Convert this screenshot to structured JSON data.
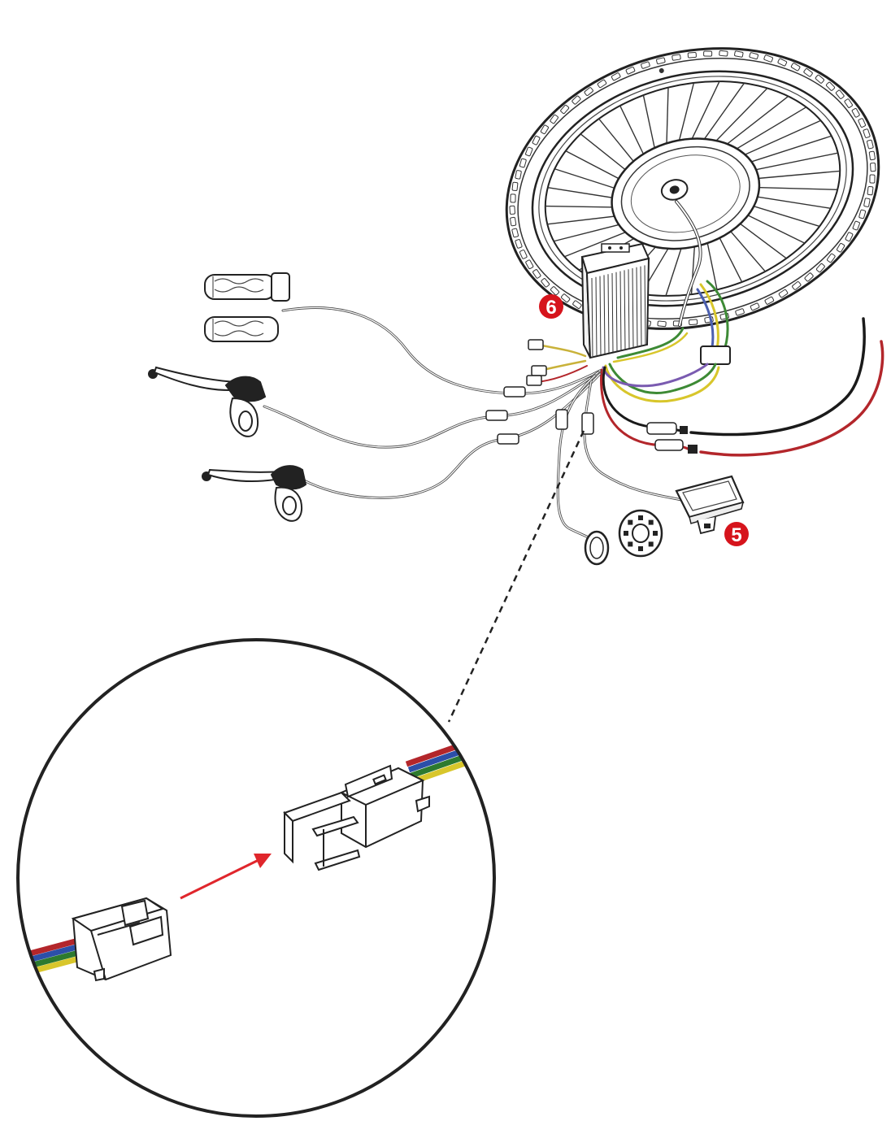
{
  "callouts": [
    {
      "number": "6",
      "refers_to": "controller"
    },
    {
      "number": "5",
      "refers_to": "display"
    }
  ],
  "colors": {
    "callout_red": "#d6141c",
    "line": "#222222",
    "wire_red": "#b3262b",
    "wire_black": "#1a1a1a",
    "wire_green": "#3d8a35",
    "wire_blue": "#4b5fb0",
    "wire_yellow": "#d8c62b",
    "wire_purple": "#7a5bb0",
    "arrow_red": "#e0262c"
  },
  "connector_wire_colors": [
    "#b3262b",
    "#2c4fa8",
    "#2d7a2f",
    "#d8c62b"
  ],
  "components": [
    "hub-motor-wheel",
    "controller",
    "throttle-grip",
    "plain-grip",
    "brake-lever-left",
    "brake-lever-right",
    "display",
    "pas-sensor",
    "pas-magnet-disc",
    "battery-leads",
    "connector-plug",
    "connector-socket"
  ]
}
